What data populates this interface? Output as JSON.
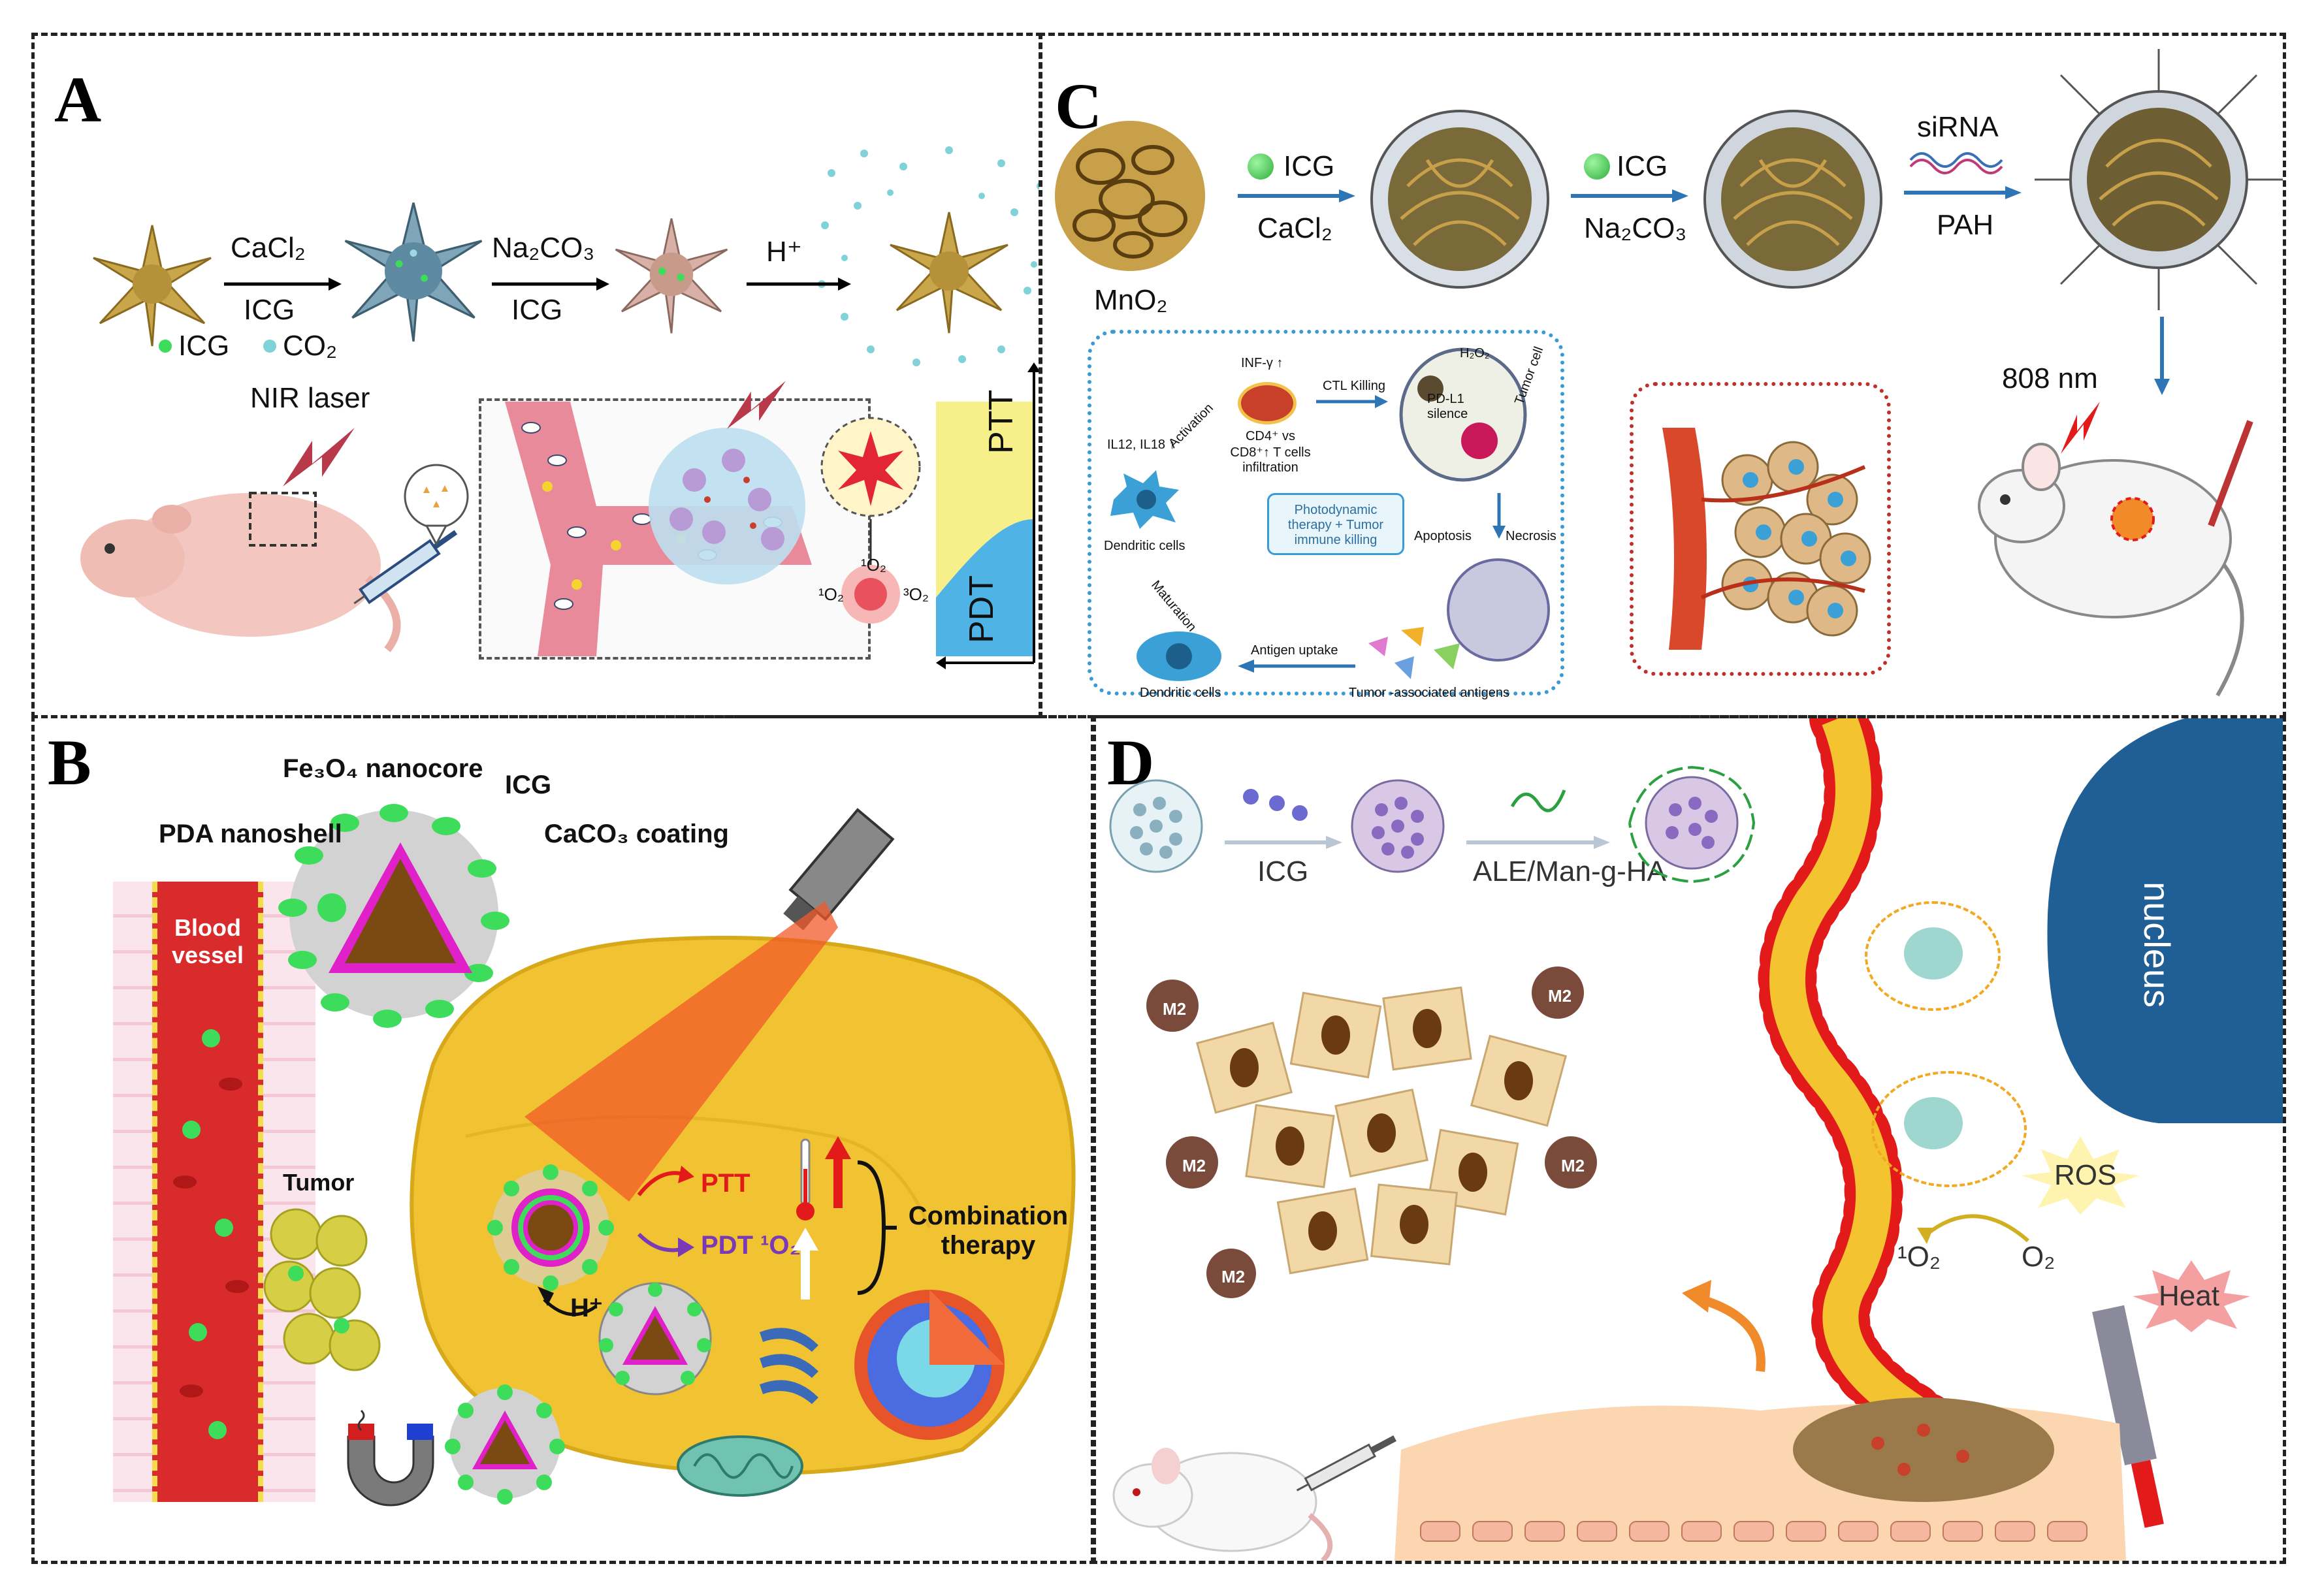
{
  "panels": {
    "A": {
      "label": "A",
      "step1_reagent_top": "CaCl₂",
      "step1_reagent_bottom": "ICG",
      "step2_reagent_top": "Na₂CO₃",
      "step2_reagent_bottom": "ICG",
      "step3_reagent": "H⁺",
      "legend_icg": "ICG",
      "legend_co2": "CO₂",
      "laser_label": "NIR laser",
      "singlet_oxygen": "¹O₂",
      "o2": "³O₂",
      "ptt": "PTT",
      "pdt": "PDT"
    },
    "B": {
      "label": "B",
      "nanocore": "Fe₃O₄ nanocore",
      "icg": "ICG",
      "pda_shell": "PDA nanoshell",
      "coating": "CaCO₃ coating",
      "vessel": "Blood vessel",
      "tumor": "Tumor",
      "ptt": "PTT",
      "pdt": "PDT ¹O₂",
      "combo": "Combination therapy",
      "proton": "H⁺"
    },
    "C": {
      "label": "C",
      "mno2": "MnO₂",
      "icg1": "ICG",
      "cacl2": "CaCl₂",
      "icg2": "ICG",
      "na2co3": "Na₂CO₃",
      "sirna": "siRNA",
      "pah": "PAH",
      "wavelength": "808 nm",
      "inf": "INF-γ ↑",
      "cd": "CD4⁺ vs CD8⁺↑ T cells infiltration",
      "ctl": "CTL Killing",
      "pdl1": "PD-L1 silence",
      "tumor_cell": "Tumor cell",
      "il": "IL12, IL18 ↑",
      "activation": "Activation",
      "dendritic1": "Dendritic cells",
      "therapy_box": "Photodynamic therapy + Tumor immune killing",
      "apoptosis": "Apoptosis",
      "necrosis": "Necrosis",
      "maturation": "Maturation",
      "antigen_uptake": "Antigen uptake",
      "dendritic2": "Dendritic cells",
      "tumor_antigens": "Tumor -associated antigens",
      "h2o2": "H₂O₂"
    },
    "D": {
      "label": "D",
      "icg": "ICG",
      "ale": "ALE/Man-g-HA",
      "nucleus": "nucleus",
      "ros": "ROS",
      "singlet": "¹O₂",
      "o2": "O₂",
      "heat": "Heat",
      "m2": "M2"
    }
  },
  "colors": {
    "gold": "#c9a64a",
    "pink_vessel": "#e98a9a",
    "ptt_yellow": "#f6ef8a",
    "pdt_blue": "#4fb3e6",
    "tumor_yellow": "#f1c232",
    "green_dot": "#3ddc5a",
    "magenta": "#e020c8",
    "nucleus_blue": "#1f5f95",
    "membrane_red": "#e21a1a",
    "membrane_yellow": "#f4c430",
    "heat_pink": "#f4a0a0"
  }
}
